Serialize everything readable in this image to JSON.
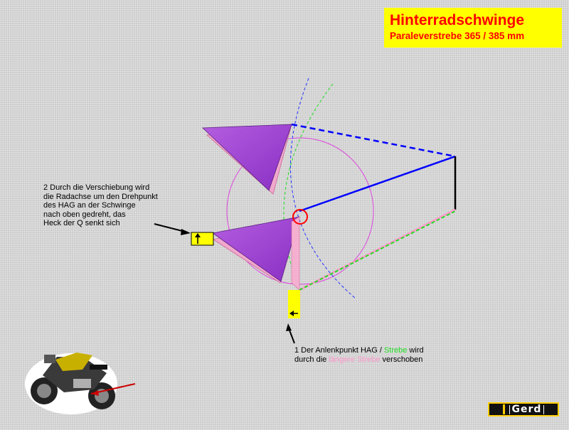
{
  "title": {
    "main": "Hinterradschwinge",
    "sub": "Paraleverstrebe 365 / 385 mm"
  },
  "annotations": {
    "note_2": "2 Durch die Verschiebung wird\ndie Radachse um den Drehpunkt\ndes HAG an der Schwinge\nnach oben gedreht, das\nHeck der Q senkt sich",
    "note_1_part_a": "1 Der Anlenkpunkt HAG / ",
    "note_1_strebe": "Strebe",
    "note_1_part_b": " wird\ndurch die ",
    "note_1_laengere": "längere Strebe",
    "note_1_part_c": " verschoben"
  },
  "logo": {
    "text": "Gerd"
  },
  "colors": {
    "title_bg": "#ffff00",
    "title_text": "#ff0000",
    "swingarm": "#0000ff",
    "strut_standard": "#22dd22",
    "strut_longer": "#ff99cc",
    "triangle": "#9933cc",
    "pivot_marker": "#ff0000",
    "marker_box": "#ffff00"
  },
  "icons": [
    "arrow-up-icon",
    "arrow-left-icon",
    "motorcycle-icon",
    "pointer-arrow-icon"
  ]
}
